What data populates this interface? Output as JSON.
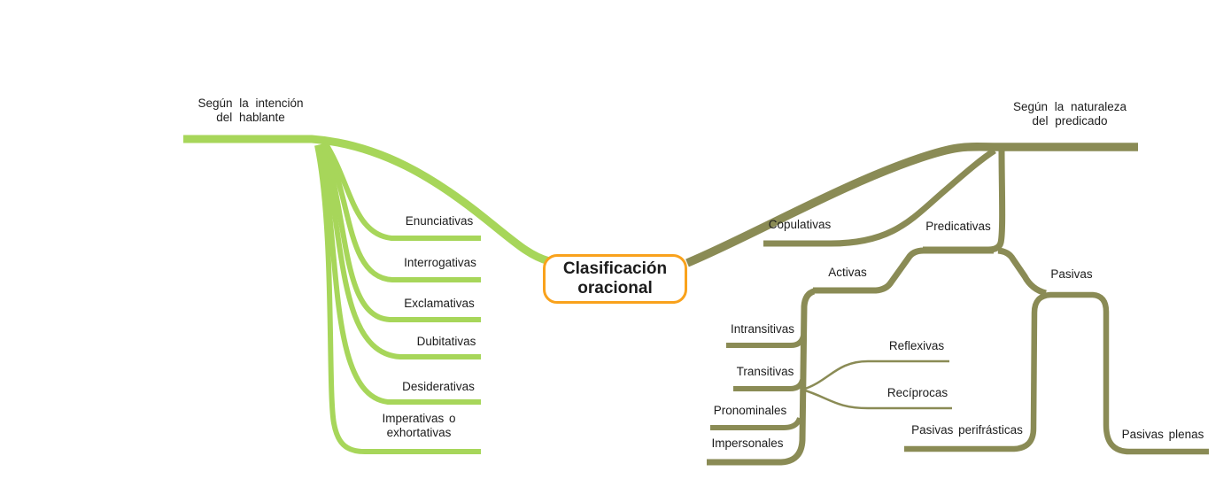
{
  "title": {
    "line1": "Clasificación",
    "line2": "oracional"
  },
  "colors": {
    "accent_green": "#a7d65a",
    "accent_olive": "#8a8b55",
    "node_border": "#f9a21c",
    "text": "#1c1c1c"
  },
  "left_branch": {
    "header_line1": "Según la intención",
    "header_line2": "del hablante",
    "items": {
      "enunciativas": "Enunciativas",
      "interrogativas": "Interrogativas",
      "exclamativas": "Exclamativas",
      "dubitativas": "Dubitativas",
      "desiderativas": "Desiderativas",
      "imperativas_line1": "Imperativas o",
      "imperativas_line2": "exhortativas"
    }
  },
  "right_branch": {
    "header_line1": "Según la naturaleza",
    "header_line2": "del predicado",
    "items": {
      "copulativas": "Copulativas",
      "predicativas": "Predicativas",
      "activas": "Activas",
      "intransitivas": "Intransitivas",
      "transitivas": "Transitivas",
      "pronominales": "Pronominales",
      "impersonales": "Impersonales",
      "reflexivas": "Reflexivas",
      "reciprocas": "Recíprocas",
      "pasivas": "Pasivas",
      "pasivas_perifrasticas": "Pasivas perifrásticas",
      "pasivas_plenas": "Pasivas plenas"
    }
  }
}
